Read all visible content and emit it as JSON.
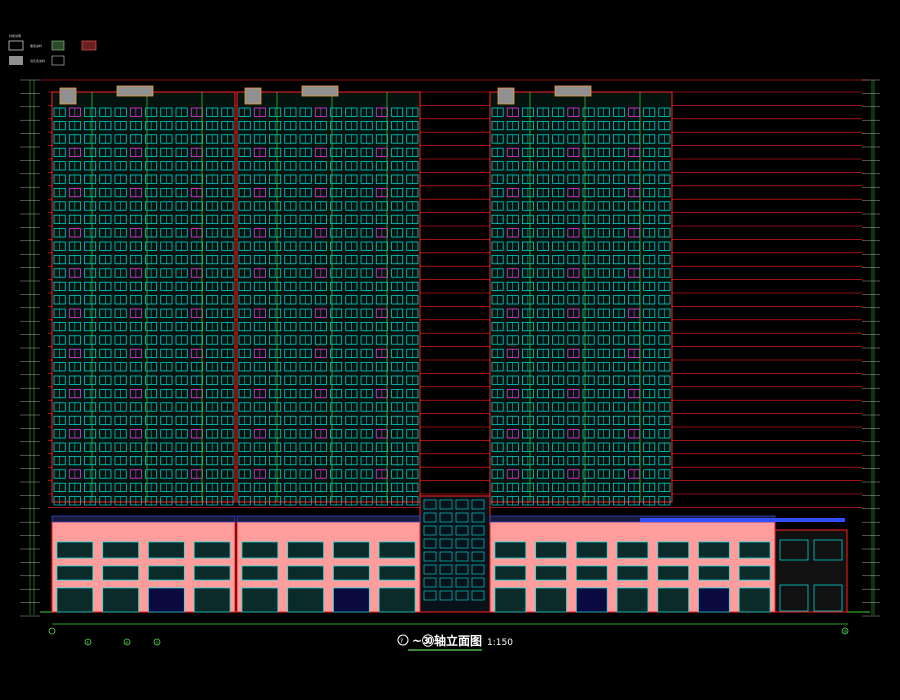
{
  "title": {
    "marker": "?",
    "text": "~㉚轴立面图",
    "scale": "1:150"
  },
  "legend": {
    "heading": "材质说明",
    "items": [
      {
        "label": "黑色涂料",
        "swatch": "outline"
      },
      {
        "label": "",
        "swatch": "hatch-green"
      },
      {
        "label": "",
        "swatch": "hatch-red"
      },
      {
        "label": "浅灰色涂料",
        "swatch": "grey"
      },
      {
        "label": "",
        "swatch": "grid"
      }
    ]
  },
  "axis_tags": [
    "①",
    "⑤",
    "⑪",
    "㉚"
  ],
  "colors": {
    "background": "#000000",
    "tower_window": "#00e5e5",
    "frame_red": "#ff2020",
    "podium_pink": "#ff9c9c",
    "line_green": "#3ccf3c",
    "balcony_magenta": "#ff40ff",
    "wall_grey": "#909090",
    "edge_orange": "#e8a040"
  },
  "icons": [
    "axis-bubble-icon",
    "elevation-marker-icon"
  ]
}
